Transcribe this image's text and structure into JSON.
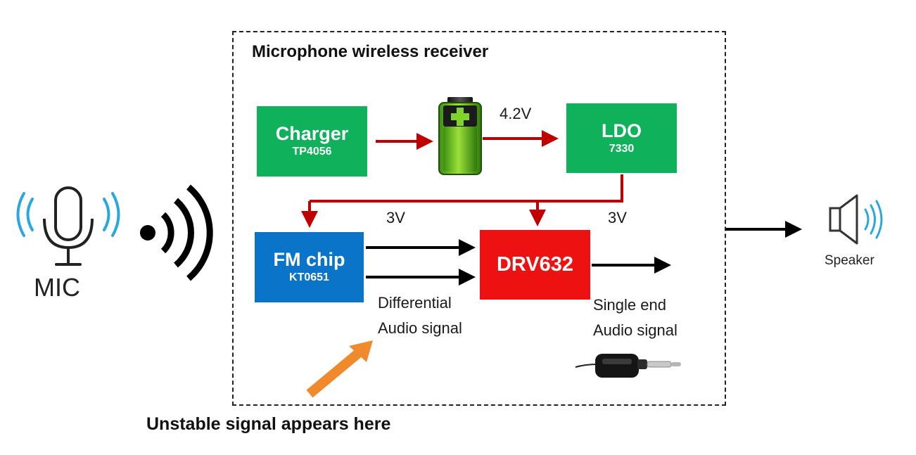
{
  "diagram": {
    "frame_title": "Microphone wireless receiver",
    "blocks": {
      "charger": {
        "name": "Charger",
        "part": "TP4056"
      },
      "ldo": {
        "name": "LDO",
        "part": "7330"
      },
      "fm_chip": {
        "name": "FM chip",
        "part": "KT0651"
      },
      "drv": {
        "name": "DRV632"
      }
    },
    "labels": {
      "battery_voltage": "4.2V",
      "rail_left": "3V",
      "rail_right": "3V",
      "differential": [
        "Differential",
        "Audio signal"
      ],
      "single_end": [
        "Single end",
        "Audio signal"
      ]
    },
    "mic_label": "MIC",
    "speaker_label": "Speaker",
    "annotation": "Unstable signal appears here",
    "colors": {
      "green_block": "#0fb15a",
      "blue_block": "#0a74c8",
      "red_block": "#ee1111",
      "power_arrow": "#c00000",
      "signal_arrow": "#000000",
      "highlight_arrow": "#f08a2c",
      "wave_icon": "#29a8e0"
    }
  }
}
